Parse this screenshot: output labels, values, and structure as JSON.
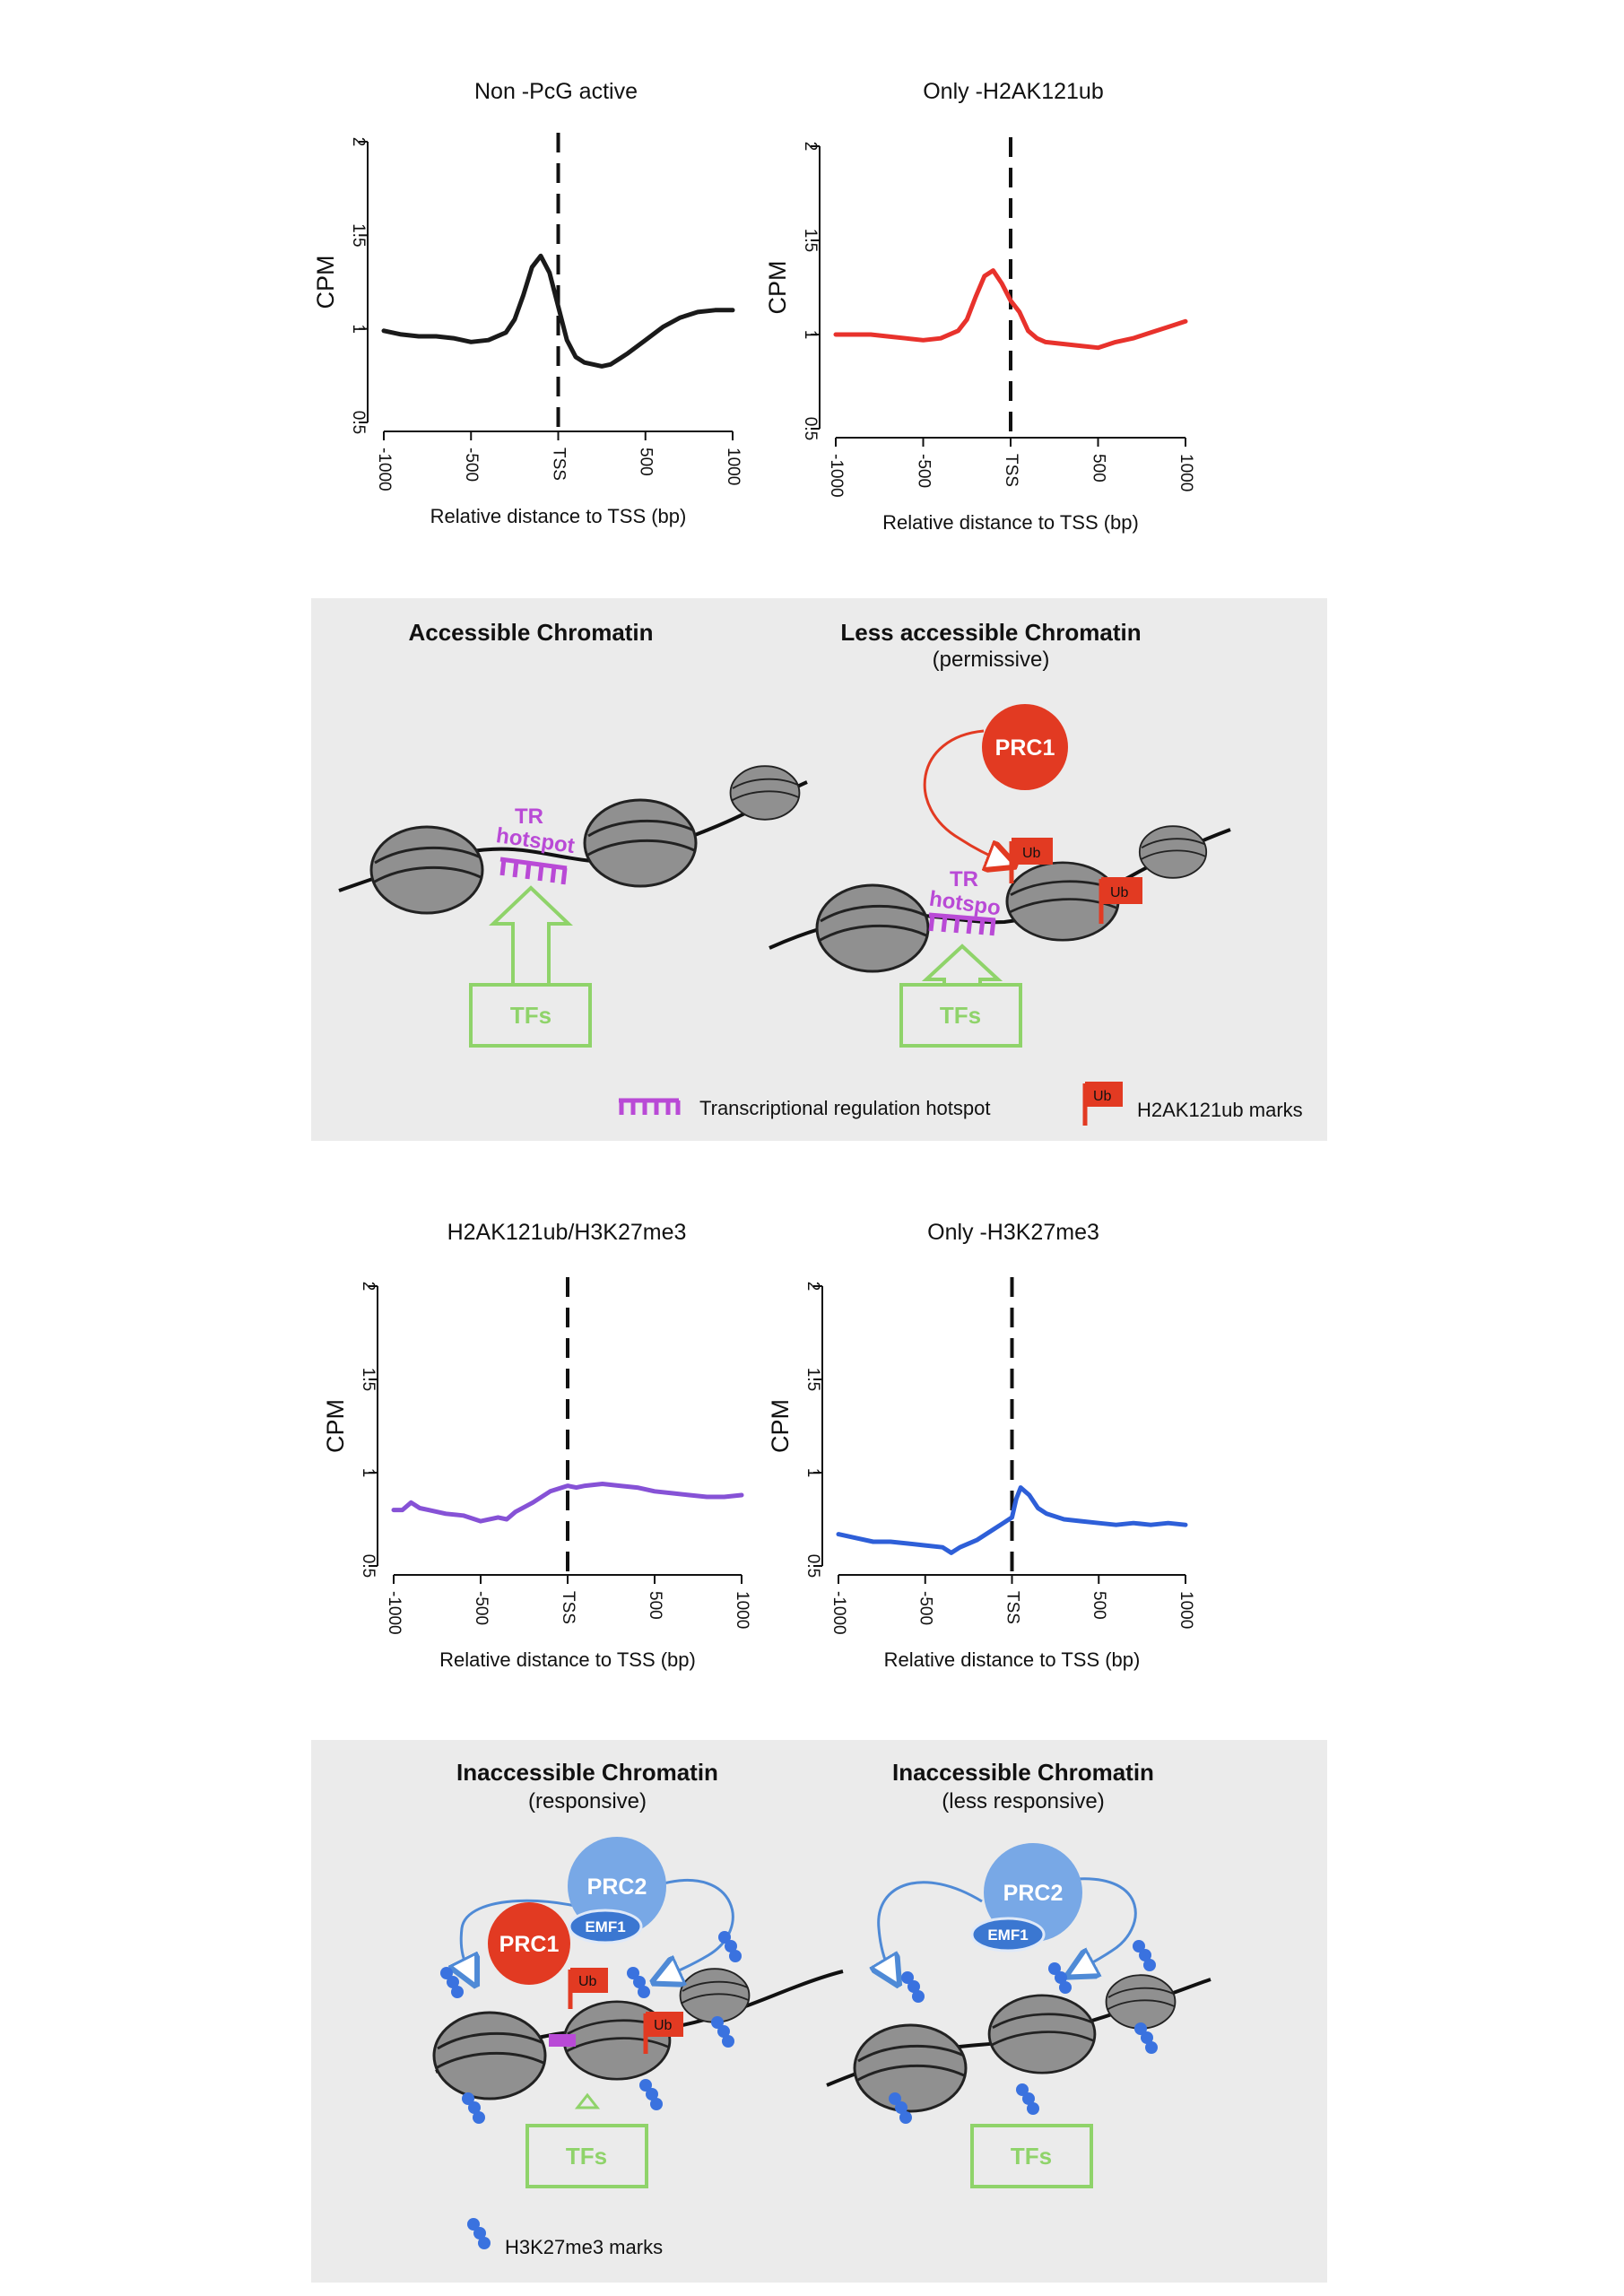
{
  "chart_data": [
    {
      "type": "line",
      "title": "Non -PcG active",
      "xlabel": "Relative distance  to TSS (bp)",
      "ylabel": "CPM",
      "x_ticks": [
        "-1000",
        "-500",
        "TSS",
        "500",
        "1000"
      ],
      "y_ticks": [
        "0.5",
        "1",
        "1.5",
        "2"
      ],
      "xlim": [
        -1000,
        1000
      ],
      "ylim": [
        0.5,
        2
      ],
      "color": "#1a1a1a",
      "x": [
        -1000,
        -900,
        -800,
        -700,
        -600,
        -500,
        -400,
        -300,
        -250,
        -200,
        -150,
        -100,
        -50,
        0,
        50,
        100,
        150,
        200,
        250,
        300,
        350,
        400,
        500,
        600,
        700,
        800,
        900,
        1000
      ],
      "y": [
        0.99,
        0.97,
        0.96,
        0.96,
        0.95,
        0.93,
        0.94,
        0.98,
        1.05,
        1.18,
        1.33,
        1.39,
        1.3,
        1.12,
        0.94,
        0.85,
        0.82,
        0.81,
        0.8,
        0.81,
        0.84,
        0.87,
        0.94,
        1.01,
        1.06,
        1.09,
        1.1,
        1.1
      ]
    },
    {
      "type": "line",
      "title": "Only -H2AK121ub",
      "xlabel": "Relative distance  to TSS (bp)",
      "ylabel": "CPM",
      "x_ticks": [
        "-1000",
        "-500",
        "TSS",
        "500",
        "1000"
      ],
      "y_ticks": [
        "0.5",
        "1",
        "1.5",
        "2"
      ],
      "xlim": [
        -1000,
        1000
      ],
      "ylim": [
        0.5,
        2
      ],
      "color": "#e8322c",
      "x": [
        -1000,
        -900,
        -800,
        -700,
        -600,
        -500,
        -400,
        -300,
        -250,
        -200,
        -150,
        -100,
        -50,
        0,
        50,
        100,
        150,
        200,
        300,
        400,
        500,
        600,
        700,
        800,
        900,
        1000
      ],
      "y": [
        1.0,
        1.0,
        1.0,
        0.99,
        0.98,
        0.97,
        0.98,
        1.02,
        1.08,
        1.2,
        1.31,
        1.34,
        1.27,
        1.18,
        1.12,
        1.02,
        0.98,
        0.96,
        0.95,
        0.94,
        0.93,
        0.96,
        0.98,
        1.01,
        1.04,
        1.07
      ]
    },
    {
      "type": "line",
      "title": "H2AK121ub/H3K27me3",
      "xlabel": "Relative distance  to TSS (bp)",
      "ylabel": "CPM",
      "x_ticks": [
        "-1000",
        "-500",
        "TSS",
        "500",
        "1000"
      ],
      "y_ticks": [
        "0.5",
        "1",
        "1.5",
        "2"
      ],
      "xlim": [
        -1000,
        1000
      ],
      "ylim": [
        0.5,
        2
      ],
      "color": "#8652d6",
      "x": [
        -1000,
        -950,
        -900,
        -850,
        -800,
        -700,
        -600,
        -500,
        -400,
        -350,
        -300,
        -200,
        -100,
        0,
        50,
        100,
        200,
        300,
        400,
        500,
        600,
        700,
        800,
        900,
        1000
      ],
      "y": [
        0.8,
        0.8,
        0.84,
        0.81,
        0.8,
        0.78,
        0.77,
        0.74,
        0.76,
        0.75,
        0.79,
        0.84,
        0.9,
        0.93,
        0.92,
        0.93,
        0.94,
        0.93,
        0.92,
        0.9,
        0.89,
        0.88,
        0.87,
        0.87,
        0.88
      ]
    },
    {
      "type": "line",
      "title": "Only -H3K27me3",
      "xlabel": "Relative distance  to TSS (bp)",
      "ylabel": "CPM",
      "x_ticks": [
        "-1000",
        "-500",
        "TSS",
        "500",
        "1000"
      ],
      "y_ticks": [
        "0.5",
        "1",
        "1.5",
        "2"
      ],
      "xlim": [
        -1000,
        1000
      ],
      "ylim": [
        0.5,
        2
      ],
      "color": "#2e5fd8",
      "x": [
        -1000,
        -900,
        -800,
        -700,
        -600,
        -500,
        -400,
        -350,
        -300,
        -200,
        -100,
        -50,
        0,
        25,
        50,
        100,
        150,
        200,
        300,
        400,
        500,
        600,
        700,
        800,
        900,
        1000
      ],
      "y": [
        0.67,
        0.65,
        0.63,
        0.63,
        0.62,
        0.61,
        0.6,
        0.57,
        0.6,
        0.64,
        0.7,
        0.73,
        0.76,
        0.86,
        0.92,
        0.88,
        0.81,
        0.78,
        0.75,
        0.74,
        0.73,
        0.72,
        0.73,
        0.72,
        0.73,
        0.72
      ]
    }
  ],
  "panels": {
    "accessible": {
      "title": "Accessible Chromatin",
      "tr_line1": "TR",
      "tr_line2": "hotspot",
      "tfs": "TFs"
    },
    "less_accessible": {
      "title": "Less accessible Chromatin",
      "subtitle": "(permissive)",
      "prc1": "PRC1",
      "ub": "Ub",
      "tr_line1": "TR",
      "tr_line2": "hotspo",
      "tfs": "TFs"
    },
    "legend_top": {
      "hotspot": "Transcriptional  regulation hotspot",
      "ub_flag": "Ub",
      "ub_marks": "H2AK121ub marks"
    },
    "inaccessible_responsive": {
      "title": "Inaccessible Chromatin",
      "subtitle": "(responsive)",
      "prc2": "PRC2",
      "emf1": "EMF1",
      "prc1": "PRC1",
      "ub": "Ub",
      "tfs": "TFs"
    },
    "inaccessible_less": {
      "title": "Inaccessible Chromatin",
      "subtitle": "(less responsive)",
      "prc2": "PRC2",
      "emf1": "EMF1",
      "tfs": "TFs"
    },
    "legend_bottom": {
      "h3k27me3_marks": "H3K27me3 marks"
    }
  },
  "colors": {
    "panel_bg": "#ebebeb",
    "nucleosome": "#909090",
    "tf_box": "#8fd36a",
    "prc1": "#e23a22",
    "prc2": "#78a8e6",
    "emf1": "#3b77d1",
    "ub_flag": "#e23a22",
    "hotspot": "#b94ad6",
    "h3k27me3": "#3a72df"
  }
}
